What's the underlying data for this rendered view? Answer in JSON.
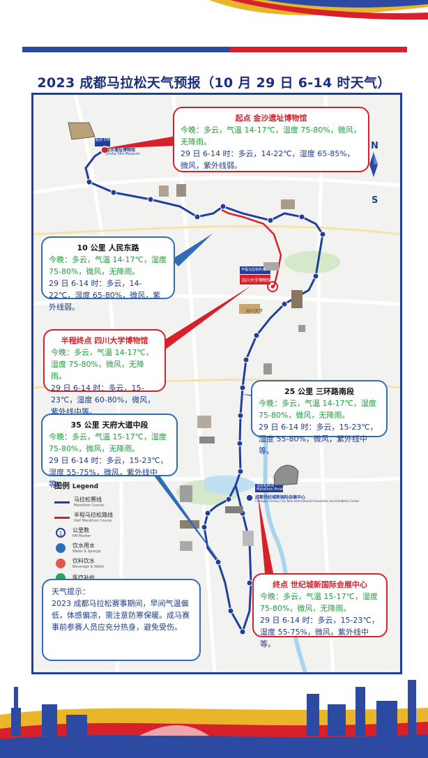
{
  "title": "2023 成都马拉松天气预报（10 月 29 日 6-14 时天气）",
  "compass": {
    "north": "N",
    "south": "S"
  },
  "callouts": {
    "start": {
      "title": "起点  金沙遗址博物馆",
      "tonight": "今晚：多云，气温 14-17℃，湿度 75-80%，微风，无降雨。",
      "day": "29 日 6-14 时：多云，14-22℃，湿度 65-85%，微风，紫外线弱。"
    },
    "km10": {
      "title": "10 公里  人民东路",
      "tonight": "今晚：多云，气温 14-17℃，湿度 75-80%，微风，无降雨。",
      "day": "29 日 6-14 时：多云，14-22℃，湿度 65-80%，微风，紫外线弱。"
    },
    "half": {
      "title": "半程终点  四川大学博物馆",
      "tonight": "今晚：多云，气温 14-17℃，湿度 75-80%，微风，无降雨。",
      "day": "29 日 6-14 时：多云，15-23℃，湿度 60-80%，微风，紫外线中等。"
    },
    "km25": {
      "title": "25 公里  三环路南段",
      "tonight": "今晚：多云，气温 14-17℃，湿度 75-80%，微风，无降雨。",
      "day": "29 日 6-14 时：多云，15-23℃，湿度 55-80%，微风，紫外线中等。"
    },
    "km35": {
      "title": "35 公里  天府大道中段",
      "tonight": "今晚：多云，气温 15-17℃，湿度 75-80%，微风，无降雨。",
      "day": "29 日 6-14 时：多云，15-23℃，湿度 55-75%，微风，紫外线中等。"
    },
    "finish": {
      "title": "终点  世纪城新国际会展中心",
      "tonight": "今晚：多云，气温 15-17℃，湿度 75-80%，微风，无降雨。",
      "day": "29 日 6-14 时：多云，15-23℃，湿度 55-75%，微风，紫外线中等。"
    }
  },
  "tips": {
    "title": "天气提示：",
    "body": "2023 成都马拉松赛事期间，早间气温偏低，体感偏凉，需注意防寒保暖。成马赛事前参赛人员应充分热身，避免受伤。"
  },
  "legend": {
    "title": "图例",
    "title_en": "Legend",
    "items": [
      {
        "label": "马拉松赛线",
        "sub": "Marathon Course"
      },
      {
        "label": "半程马拉松路线",
        "sub": "Half Marathon Course"
      },
      {
        "label": "公里数",
        "sub": "KM Marker"
      },
      {
        "label": "饮水用水",
        "sub": "Water & Sponge"
      },
      {
        "label": "饮料饮水",
        "sub": "Beverage & Water"
      },
      {
        "label": "医疗补给",
        "sub": ""
      }
    ]
  },
  "map_labels": {
    "start_cn": "起点",
    "start_en": "START",
    "start_name": "金沙遗址博物馆",
    "start_name_en": "Jinsha Site Museum",
    "half_name": "四川大学博物馆",
    "half_sign": "半程马拉松终点",
    "finish_cn": "马拉松终点",
    "finish_en": "Marathon Finish",
    "finish_name": "成都世纪城新国际会展中心",
    "finish_name_en": "Chengdu Century City New International Convention and Exhibition Center",
    "scu": "四川大学"
  },
  "colors": {
    "marathon_route": "#1f3f9a",
    "half_route": "#d8202a",
    "accent_red": "#d8202a",
    "accent_blue": "#2f6db7",
    "tonight_text": "#1e9e3a",
    "day_text": "#1c3b8c"
  }
}
